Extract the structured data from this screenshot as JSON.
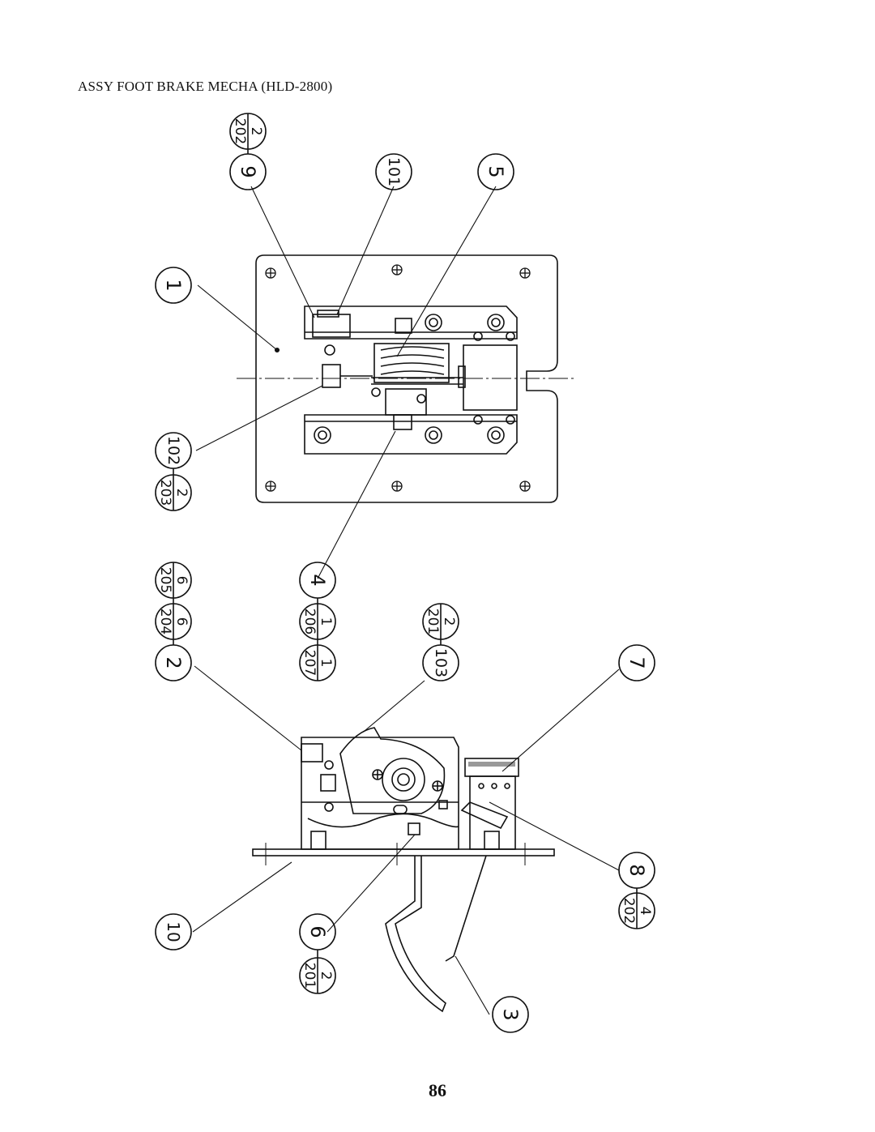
{
  "title": "ASSY FOOT BRAKE MECHA (HLD-2800)",
  "page_number": "86",
  "callouts": {
    "c202_2": {
      "part": "202",
      "qty": "2"
    },
    "c9": "9",
    "c101": "101",
    "c5": "5",
    "c1": "1",
    "c203_2": {
      "part": "203",
      "qty": "2"
    },
    "c102": "102",
    "c205_6": {
      "part": "205",
      "qty": "6"
    },
    "c204_6": {
      "part": "204",
      "qty": "6"
    },
    "c2": "2",
    "c4": "4",
    "c206_1": {
      "part": "206",
      "qty": "1"
    },
    "c207_1": {
      "part": "207",
      "qty": "1"
    },
    "c201_2a": {
      "part": "201",
      "qty": "2"
    },
    "c103": "103",
    "c7": "7",
    "c10": "10",
    "c6": "6",
    "c201_2b": {
      "part": "201",
      "qty": "2"
    },
    "c8": "8",
    "c202_4": {
      "part": "202",
      "qty": "4"
    },
    "c3": "3"
  }
}
